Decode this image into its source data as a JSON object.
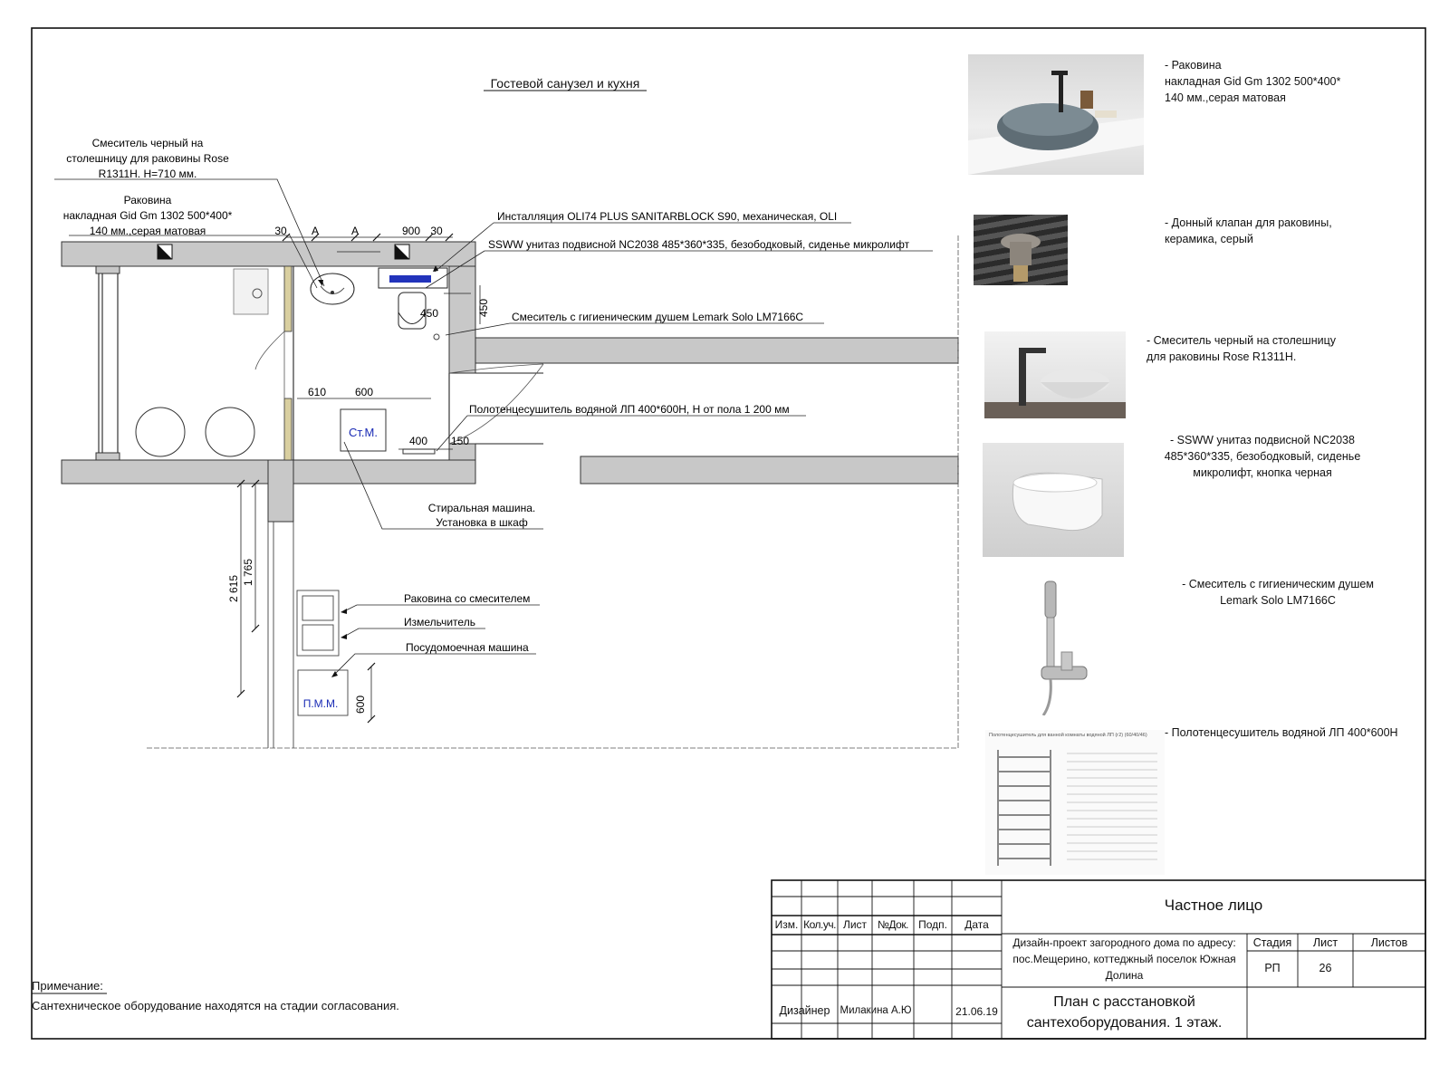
{
  "plan": {
    "title": "Гостевой санузел и кухня",
    "dims": {
      "d30a": "30",
      "dA1": "А",
      "dA2": "А",
      "d900": "900",
      "d30b": "30",
      "d450a": "450",
      "d450b": "450",
      "d610": "610",
      "d600a": "600",
      "d400": "400",
      "d150": "150",
      "d1765": "1 765",
      "d2615": "2 615",
      "d600b": "600"
    },
    "labels": {
      "wm_box": "Ст.М.",
      "dw_box": "П.М.М."
    },
    "callouts": {
      "mixer_counter": [
        "Смеситель черный на",
        "столешницу для раковины Rose",
        "R1311H. H=710 мм."
      ],
      "sink": [
        "Раковина",
        "накладная Gid Gm 1302 500*400*",
        "140 мм.,серая матовая"
      ],
      "install": "Инсталляция OLI74 PLUS SANITARBLOCK S90, механическая, OLI",
      "toilet": "SSWW унитаз подвисной  NC2038 485*360*335, безободковый, сиденье микролифт",
      "hygienic": "Смеситель с гигиеническим душем Lemark Solo LM7166C",
      "towel": "Полотенцесушитель водяной ЛП 400*600Н, Н от пола 1 200 мм",
      "washer": [
        "Стиральная машина.",
        "Установка в шкаф"
      ],
      "kitchen_sink": "Раковина со смесителем",
      "grinder": "Измельчитель",
      "dishwasher": "Посудомоечная машина"
    }
  },
  "catalog": [
    {
      "id": "sink",
      "lines": [
        "- Раковина",
        "накладная Gid Gm 1302 500*400*",
        "140 мм.,серая матовая"
      ]
    },
    {
      "id": "drain",
      "lines": [
        "- Донный клапан для раковины,",
        "керамика, серый"
      ]
    },
    {
      "id": "mixer",
      "lines": [
        "- Смеситель черный на столешницу",
        "для раковины Rose R1311H."
      ]
    },
    {
      "id": "toilet",
      "lines": [
        "- SSWW унитаз подвисной  NC2038",
        "485*360*335, безободковый, сиденье",
        "микролифт, кнопка черная"
      ]
    },
    {
      "id": "hygienic",
      "lines": [
        "- Смеситель с гигиеническим душем",
        "Lemark Solo LM7166C"
      ]
    },
    {
      "id": "towel",
      "lines": [
        "- Полотенцесушитель водяной ЛП 400*600Н"
      ]
    }
  ],
  "catalog_towel_caption": "Полотенцесушитель для ванной комнаты водяной ЛП (г2) (60/40/46)",
  "note": {
    "heading": "Примечание:",
    "text": "Сантехническое оборудование находятся на стадии согласования."
  },
  "titleblock": {
    "headers": [
      "Изм.",
      "Кол.уч.",
      "Лист",
      "№Док.",
      "Подп.",
      "Дата"
    ],
    "designer_role": "Дизайнер",
    "designer_name": "Милакина А.Ю",
    "date": "21.06.19",
    "client": "Частное лицо",
    "project": [
      "Дизайн-проект загородного дома по адресу:",
      "пос.Мещерино, коттеджный поселок Южная",
      "Долина"
    ],
    "stage_label": "Стадия",
    "sheet_label": "Лист",
    "sheets_label": "Листов",
    "stage": "РП",
    "sheet": "26",
    "sheet_title": [
      "План с расстановкой",
      "сантехоборудования. 1 этаж."
    ]
  }
}
